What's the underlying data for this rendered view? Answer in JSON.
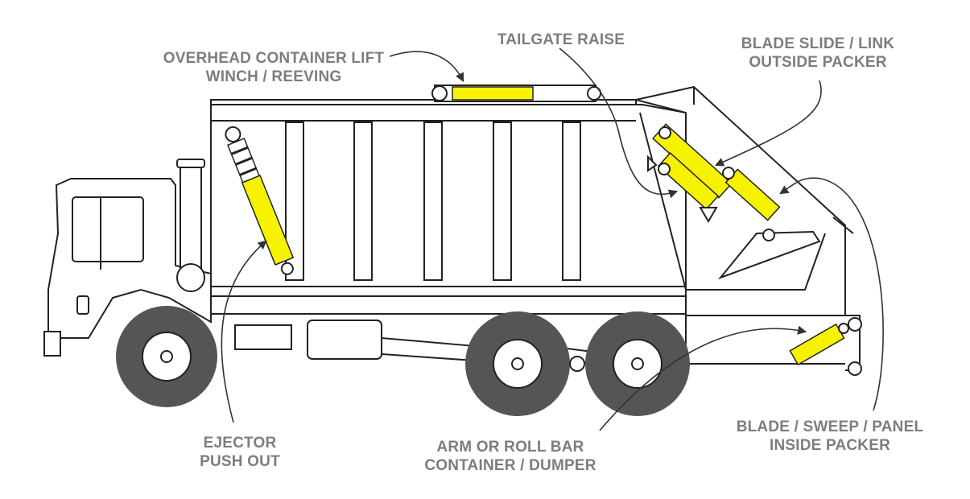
{
  "colors": {
    "cylinder": "#f6f200",
    "label": "#7d7d7d",
    "line": "#222222",
    "tire": "#555555",
    "highlight": "#e8e8e8"
  },
  "labels": {
    "overhead_lift": [
      "OVERHEAD CONTAINER LIFT",
      "WINCH / REEVING"
    ],
    "tailgate_raise": [
      "TAILGATE RAISE"
    ],
    "blade_slide": [
      "BLADE SLIDE / LINK",
      "OUTSIDE PACKER"
    ],
    "ejector": [
      "EJECTOR",
      "PUSH OUT"
    ],
    "arm_roll_bar": [
      "ARM OR ROLL BAR",
      "CONTAINER / DUMPER"
    ],
    "blade_sweep": [
      "BLADE / SWEEP / PANEL",
      "INSIDE PACKER"
    ]
  }
}
